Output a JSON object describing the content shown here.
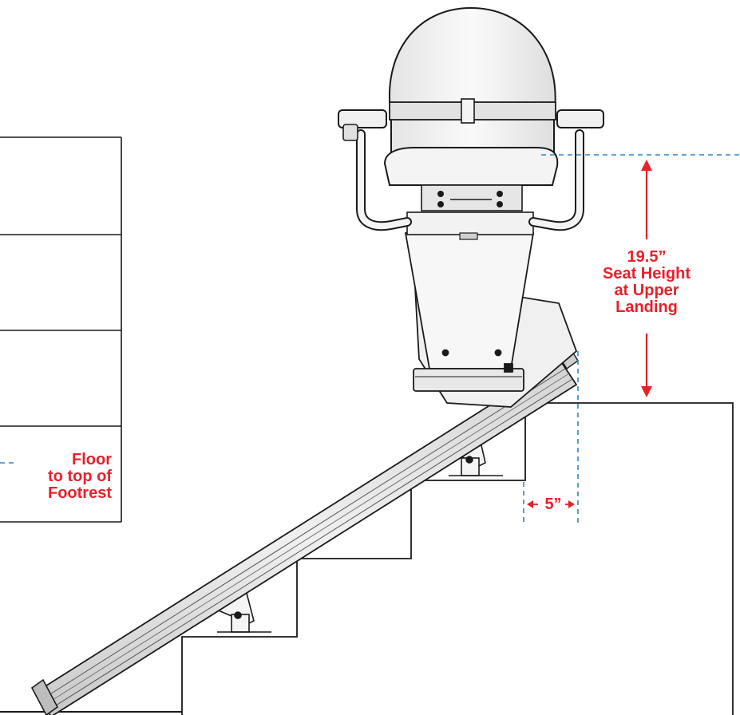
{
  "annotations": {
    "seat_height": {
      "value": "19.5”",
      "line1": "Seat Height",
      "line2": "at Upper",
      "line3": "Landing"
    },
    "floor_to_footrest": {
      "line1": "Floor",
      "line2": "to top of",
      "line3": "Footrest"
    },
    "clearance": {
      "value": "5”"
    }
  },
  "colors": {
    "annotation": "#e8202a",
    "guide_lines": "#2a86c9",
    "outline": "#1a1a1a",
    "rail_fill": "#e6e6e6",
    "seat_fill": "#f2f2f2"
  },
  "icons": {
    "arrow_up": "arrow-up-icon",
    "arrow_down": "arrow-down-icon",
    "arrow_left": "arrow-left-icon",
    "arrow_right": "arrow-right-icon"
  }
}
